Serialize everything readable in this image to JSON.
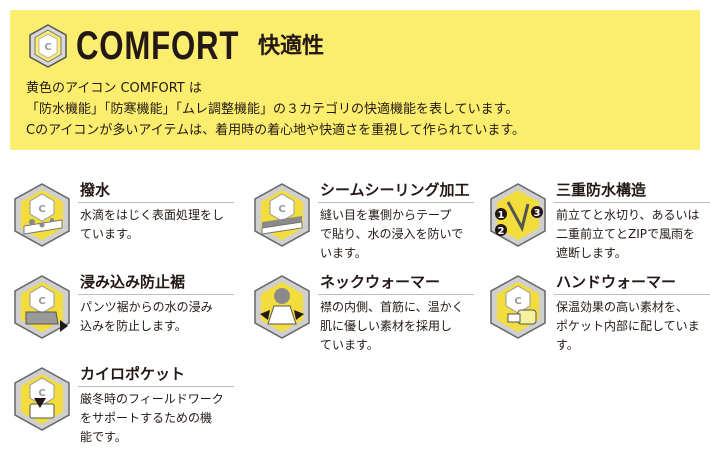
{
  "header": {
    "brand": "COMFORT",
    "brand_jp": "快適性",
    "intro_lines": [
      "黄色のアイコン COMFORT は",
      "「防水機能」「防寒機能」「ムレ調整機能」の３カテゴリの快適機能を表しています。",
      "Cのアイコンが多いアイテムは、着用時の着心地や快適さを重視して作られています。"
    ]
  },
  "features": [
    {
      "title": "撥水",
      "desc": [
        "水滴をはじく表面処理をし",
        "ています。"
      ],
      "icon": "water-repellent-icon"
    },
    {
      "title": "シームシーリング加工",
      "desc": [
        "縫い目を裏側からテープ",
        "で貼り、水の浸入を防いで",
        "います。"
      ],
      "icon": "seam-sealing-icon"
    },
    {
      "title": "三重防水構造",
      "desc": [
        "前立てと水切り、あるいは",
        "二重前立てとZIPで風雨を",
        "遮断します。"
      ],
      "icon": "triple-waterproof-icon",
      "badges": [
        "1",
        "2",
        "3"
      ]
    },
    {
      "title": "浸み込み防止裾",
      "desc": [
        "パンツ裾からの水の浸み",
        "込みを防止します。"
      ],
      "icon": "hem-guard-icon"
    },
    {
      "title": "ネックウォーマー",
      "desc": [
        "襟の内側、首筋に、温かく",
        "肌に優しい素材を採用し",
        "ています。"
      ],
      "icon": "neck-warmer-icon"
    },
    {
      "title": "ハンドウォーマー",
      "desc": [
        "保温効果の高い素材を、",
        "ポケット内部に配していま",
        "す。"
      ],
      "icon": "hand-warmer-icon"
    },
    {
      "title": "カイロポケット",
      "desc": [
        "厳冬時のフィールドワーク",
        "をサポートするための機",
        "能です。"
      ],
      "icon": "heat-pack-pocket-icon"
    }
  ],
  "colors": {
    "banner": "#fbee6e",
    "accent": "#f2dd3c",
    "dark": "#231815",
    "hex_outline": "#9b9b9b"
  }
}
